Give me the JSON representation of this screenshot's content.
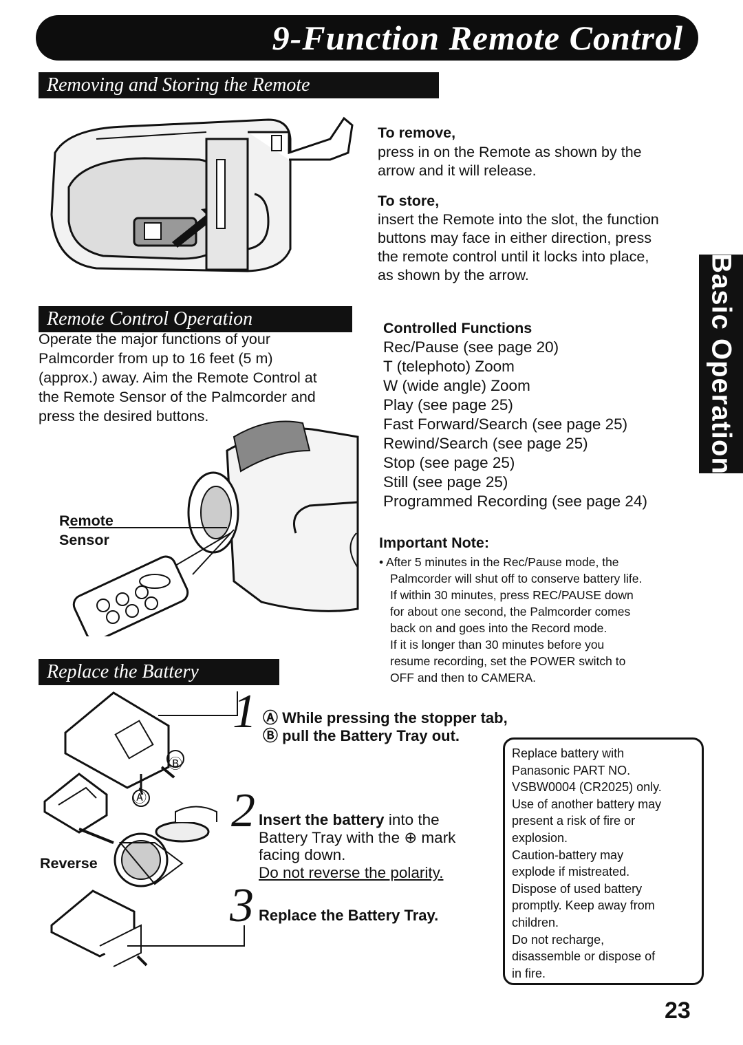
{
  "page_title": "9-Function Remote Control",
  "side_tab": "Basic Operation",
  "page_number": "23",
  "removing": {
    "heading": "Removing and Storing the Remote",
    "remove_title": "To remove,",
    "remove_text_1": "press in on the Remote as shown by the",
    "remove_text_2": "arrow and it will release.",
    "store_title": "To store,",
    "store_text_1": "insert the Remote into the slot, the function",
    "store_text_2": "buttons may face in either direction, press",
    "store_text_3": "the remote control until it locks into place,",
    "store_text_4": "as shown by the arrow."
  },
  "operation": {
    "heading": "Remote Control Operation",
    "text_1": "Operate the major functions of your",
    "text_2": "Palmcorder from up to 16 feet (5 m)",
    "text_3": "(approx.) away. Aim the Remote Control at",
    "text_4": "the Remote Sensor of the Palmcorder and",
    "text_5": "press the desired buttons.",
    "sensor_label_1": "Remote",
    "sensor_label_2": "Sensor",
    "functions_title": "Controlled Functions",
    "functions": [
      "Rec/Pause (see page 20)",
      "T (telephoto) Zoom",
      "W (wide angle) Zoom",
      "Play (see page 25)",
      "Fast Forward/Search (see page 25)",
      "Rewind/Search (see page 25)",
      "Stop (see page 25)",
      "Still (see page 25)",
      "Programmed Recording (see page 24)"
    ],
    "note_title": "Important Note:",
    "note_lines": [
      "• After 5 minutes in the Rec/Pause mode, the",
      "Palmcorder will shut off to conserve battery life.",
      "If within 30 minutes, press REC/PAUSE down",
      "for about one second, the Palmcorder comes",
      "back on and goes into the Record mode.",
      "If it is longer than 30 minutes before you",
      "resume recording, set the POWER switch to",
      "OFF and then to CAMERA."
    ]
  },
  "battery": {
    "heading": "Replace the Battery",
    "step1_num": "1",
    "step1_line1": "Ⓐ While pressing the stopper tab,",
    "step1_line2": "Ⓑ pull the Battery Tray out.",
    "step2_num": "2",
    "step2_line1_bold": "Insert the battery",
    "step2_line1_rest": " into the",
    "step2_line2": "Battery Tray with the ⊕ mark",
    "step2_line3": "facing down.",
    "step2_line4": "Do not reverse the polarity.",
    "step3_num": "3",
    "step3_text": "Replace the Battery Tray.",
    "label_a": "Ⓐ",
    "label_b": "Ⓑ",
    "reverse_label": "Reverse",
    "warning_lines": [
      "Replace battery with",
      "Panasonic PART NO.",
      "VSBW0004 (CR2025) only.",
      "Use of another battery may",
      "present a risk of fire or",
      "explosion.",
      "Caution-battery may",
      "explode if mistreated.",
      "Dispose of used battery",
      "promptly. Keep away from",
      "children.",
      "Do not recharge,",
      "disassemble or dispose of",
      "in fire."
    ]
  }
}
